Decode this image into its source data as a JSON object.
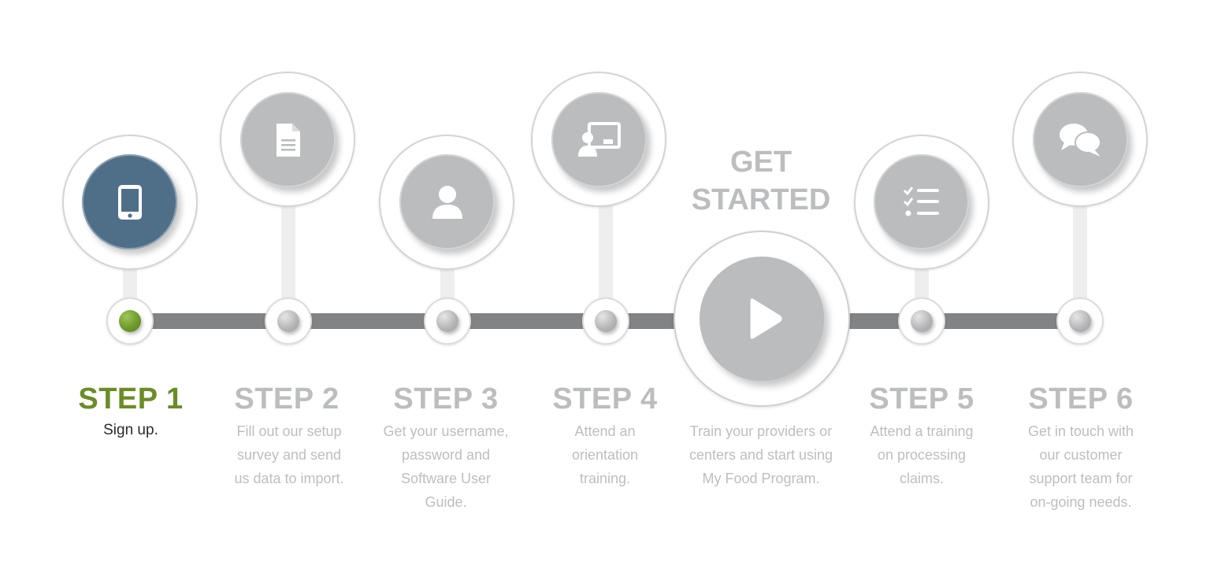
{
  "colors": {
    "accent_green": "#6a8d25",
    "active_badge": "#4f6f89",
    "inactive_grey": "#bcbdbf",
    "track": "#828385"
  },
  "get_started": {
    "line1": "GET",
    "line2": "STARTED",
    "play_icon": "play-icon"
  },
  "steps": [
    {
      "title": "STEP 1",
      "lines": [
        "Sign up."
      ],
      "icon": "smartphone-icon",
      "active": true
    },
    {
      "title": "STEP 2",
      "lines": [
        "Fill out our setup",
        "survey and send",
        "us data to import."
      ],
      "icon": "document-icon",
      "active": false
    },
    {
      "title": "STEP 3",
      "lines": [
        "Get your username,",
        "password and",
        "Software User",
        "Guide."
      ],
      "icon": "user-icon",
      "active": false
    },
    {
      "title": "STEP 4",
      "lines": [
        "Attend an",
        "orientation",
        "training."
      ],
      "icon": "presentation-icon",
      "active": false
    },
    {
      "title": "",
      "lines": [
        "Train your providers or",
        "centers and start using",
        "My Food Program."
      ],
      "icon": "play-icon",
      "active": false
    },
    {
      "title": "STEP 5",
      "lines": [
        "Attend a training",
        "on processing",
        "claims."
      ],
      "icon": "checklist-icon",
      "active": false
    },
    {
      "title": "STEP 6",
      "lines": [
        "Get in touch with",
        "our customer",
        "support team for",
        "on-going needs."
      ],
      "icon": "chat-icon",
      "active": false
    }
  ]
}
